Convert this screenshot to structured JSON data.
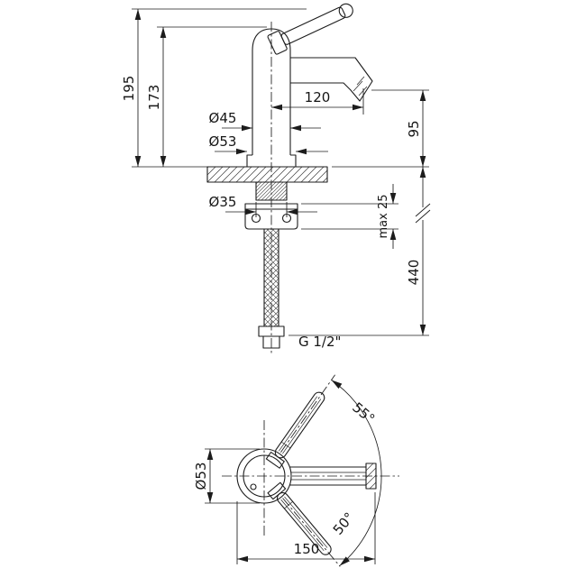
{
  "colors": {
    "line": "#1c1c1c",
    "background": "#ffffff"
  },
  "side_view": {
    "dims": {
      "total_height": "195",
      "body_height": "173",
      "body_diameter": "Ø45",
      "base_diameter": "Ø53",
      "spout_reach": "120",
      "spout_height": "95",
      "shank_diameter": "Ø35",
      "max_deck_thickness": "max 25",
      "hose_length": "440",
      "thread_size": "G 1/2\""
    }
  },
  "top_view": {
    "dims": {
      "lever_angle_up": "55°",
      "lever_angle_down": "50°",
      "body_diameter": "Ø53",
      "overall_length": "150"
    }
  }
}
